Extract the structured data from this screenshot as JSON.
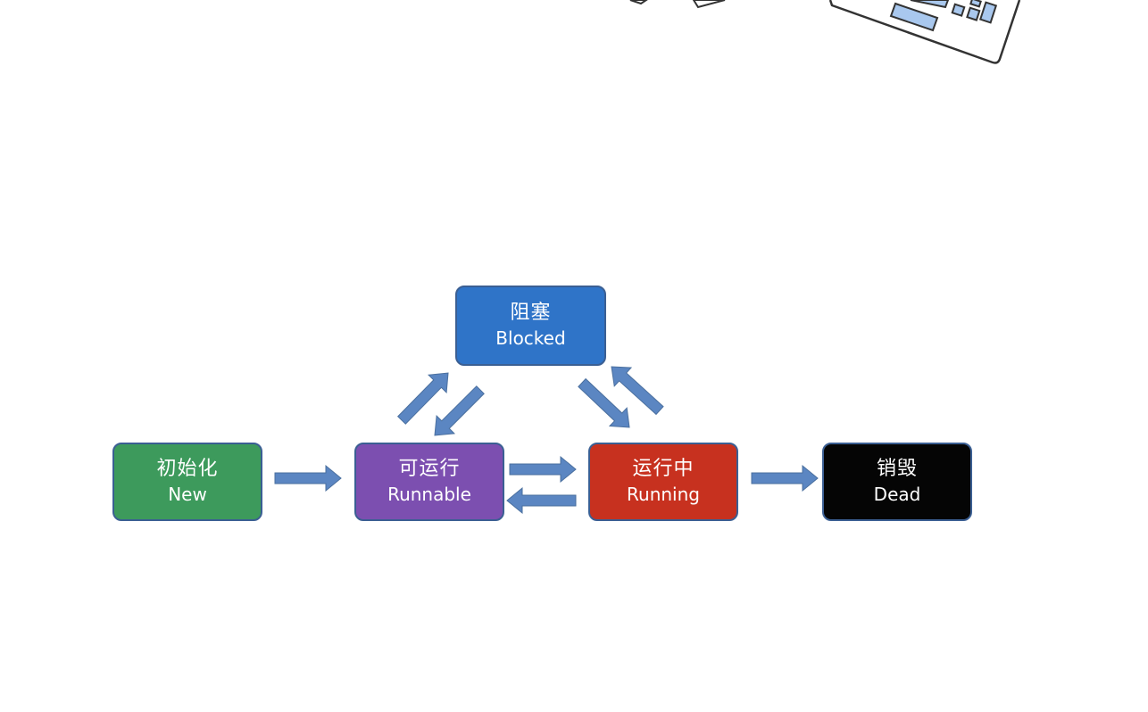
{
  "diagram": {
    "states": {
      "new": {
        "zh": "初始化",
        "en": "New",
        "color": "#3d9a5c"
      },
      "runnable": {
        "zh": "可运行",
        "en": "Runnable",
        "color": "#7c4fb0"
      },
      "running": {
        "zh": "运行中",
        "en": "Running",
        "color": "#c7311f"
      },
      "dead": {
        "zh": "销毁",
        "en": "Dead",
        "color": "#050505"
      },
      "blocked": {
        "zh": "阻塞",
        "en": "Blocked",
        "color": "#2f74c8"
      }
    },
    "transitions": [
      {
        "from": "new",
        "to": "runnable"
      },
      {
        "from": "runnable",
        "to": "running"
      },
      {
        "from": "running",
        "to": "runnable"
      },
      {
        "from": "running",
        "to": "dead"
      },
      {
        "from": "runnable",
        "to": "blocked"
      },
      {
        "from": "blocked",
        "to": "runnable"
      },
      {
        "from": "blocked",
        "to": "running"
      },
      {
        "from": "running",
        "to": "blocked"
      }
    ],
    "arrow_color": "#5b86c2",
    "arrow_edge_color": "#4a6f9e"
  }
}
